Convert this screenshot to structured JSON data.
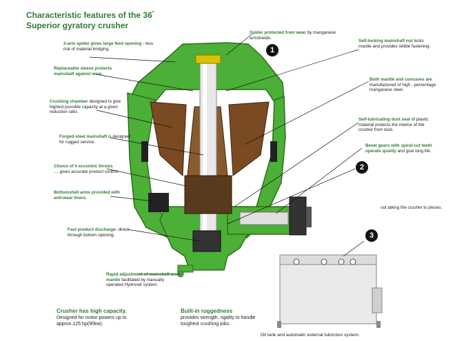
{
  "title": {
    "line1": "Characteristic features of the 36",
    "sup": "\"",
    "line2": "Superior gyratory crusher"
  },
  "notes": {
    "spider_arm": {
      "bold": "2-arm spider gives large feed opening",
      "text": " - less risk of material bridging."
    },
    "sleeve": {
      "bold": "Replaceable sleeve protects mainshaft against wear.",
      "text": ""
    },
    "chamber": {
      "bold": "Crushing chamber",
      "text": " designed to give highest possible capacity at a given reduction ratio."
    },
    "mainshaft": {
      "bold": "Forged-steel mainshaft",
      "text": " is designed for rugged service."
    },
    "eccentric": {
      "bold": "Choice of 4 eccentric throws",
      "text": " .....gives accurate product control."
    },
    "bottomshell": {
      "bold": "Bottomshell arms provided with anti-wear liners.",
      "text": ""
    },
    "discharge": {
      "bold": "Fast product discharge-",
      "text": " direct through bottom opening."
    },
    "rapid_adjust": {
      "bold": "Rapid adjustment of mainshaft and mantle",
      "text": " facilitated by manually operated Hydroset system."
    },
    "spider_protected": {
      "bold": "Spider protected from wear",
      "text": " by manganese armshields."
    },
    "self_locking": {
      "bold": "Self-locking mainshaft nut",
      "text": " locks mantle and provides relible fastening."
    },
    "mantle_concaves": {
      "bold": "Both mantle and concaves",
      "text": " are manufactured of high - percentage manganese steel."
    },
    "dust_seal": {
      "bold": "Self-lubricating dust seal",
      "text": " of plastic material protects the interior of the crusher from dust."
    },
    "bevel_gears": {
      "bold": "Bevel gears with spiral-cut teeth operate quietly",
      "text": " and give long life."
    },
    "lift_out": {
      "bold": "",
      "text": "out taking the crusher to pieces."
    }
  },
  "bottom": {
    "capacity": {
      "title": "Crusher has high capacity.",
      "text": "Designed for motor powers up to approx.125 hp(90kw)."
    },
    "ruggedness": {
      "title": "Built-in ruggedness",
      "text": "provides strength, rigidity to handle toughest crushing jobs."
    }
  },
  "badges": [
    "1",
    "2",
    "3"
  ],
  "caption": "Oil tank and automatic external lubriction system.",
  "colors": {
    "body": "#4caf37",
    "body_dark": "#2e6e1f",
    "liner": "#7a4a22",
    "shaft": "#e8e8e8",
    "accent": "#d6c400",
    "title": "#2e7d32"
  }
}
